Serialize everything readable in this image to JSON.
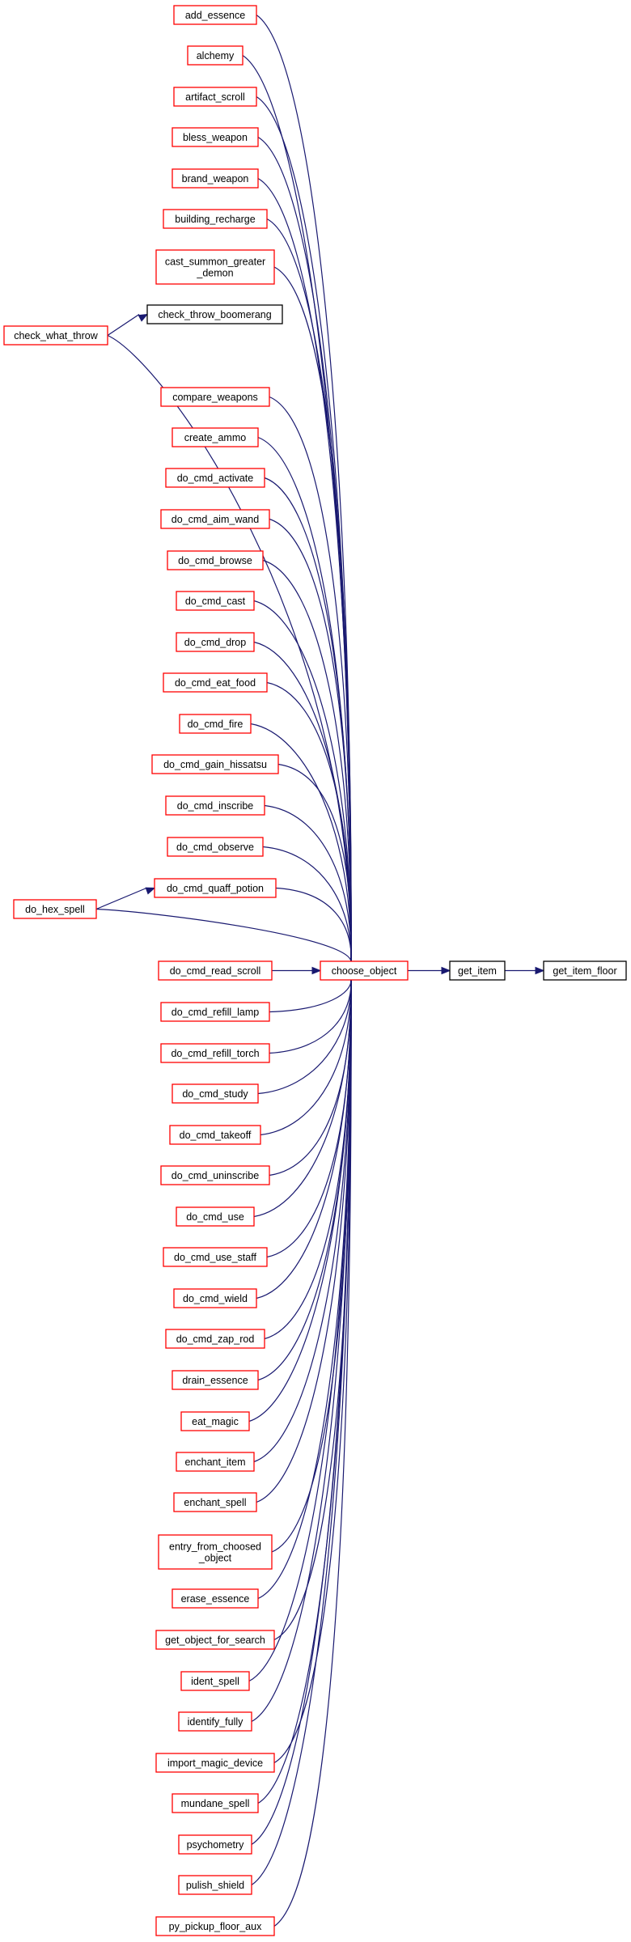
{
  "colors": {
    "edge": "#191970",
    "caller_border": "#ff0000",
    "plain_border": "#000000",
    "target_fill": "#bfbfbf",
    "text": "#000000"
  },
  "nodes": [
    {
      "id": "add_essence",
      "lines": [
        "add_essence"
      ],
      "style": "caller"
    },
    {
      "id": "alchemy",
      "lines": [
        "alchemy"
      ],
      "style": "caller"
    },
    {
      "id": "artifact_scroll",
      "lines": [
        "artifact_scroll"
      ],
      "style": "caller"
    },
    {
      "id": "bless_weapon",
      "lines": [
        "bless_weapon"
      ],
      "style": "caller"
    },
    {
      "id": "brand_weapon",
      "lines": [
        "brand_weapon"
      ],
      "style": "caller"
    },
    {
      "id": "building_recharge",
      "lines": [
        "building_recharge"
      ],
      "style": "caller"
    },
    {
      "id": "cast_summon_greater_demon",
      "lines": [
        "cast_summon_greater",
        "_demon"
      ],
      "style": "caller"
    },
    {
      "id": "check_throw_boomerang",
      "lines": [
        "check_throw_boomerang"
      ],
      "style": "plain"
    },
    {
      "id": "check_what_throw",
      "lines": [
        "check_what_throw"
      ],
      "style": "caller"
    },
    {
      "id": "compare_weapons",
      "lines": [
        "compare_weapons"
      ],
      "style": "caller"
    },
    {
      "id": "create_ammo",
      "lines": [
        "create_ammo"
      ],
      "style": "caller"
    },
    {
      "id": "do_cmd_activate",
      "lines": [
        "do_cmd_activate"
      ],
      "style": "caller"
    },
    {
      "id": "do_cmd_aim_wand",
      "lines": [
        "do_cmd_aim_wand"
      ],
      "style": "caller"
    },
    {
      "id": "do_cmd_browse",
      "lines": [
        "do_cmd_browse"
      ],
      "style": "caller"
    },
    {
      "id": "do_cmd_cast",
      "lines": [
        "do_cmd_cast"
      ],
      "style": "caller"
    },
    {
      "id": "do_cmd_drop",
      "lines": [
        "do_cmd_drop"
      ],
      "style": "caller"
    },
    {
      "id": "do_cmd_eat_food",
      "lines": [
        "do_cmd_eat_food"
      ],
      "style": "caller"
    },
    {
      "id": "do_cmd_fire",
      "lines": [
        "do_cmd_fire"
      ],
      "style": "caller"
    },
    {
      "id": "do_cmd_gain_hissatsu",
      "lines": [
        "do_cmd_gain_hissatsu"
      ],
      "style": "caller"
    },
    {
      "id": "do_cmd_inscribe",
      "lines": [
        "do_cmd_inscribe"
      ],
      "style": "caller"
    },
    {
      "id": "do_cmd_observe",
      "lines": [
        "do_cmd_observe"
      ],
      "style": "caller"
    },
    {
      "id": "do_cmd_quaff_potion",
      "lines": [
        "do_cmd_quaff_potion"
      ],
      "style": "caller"
    },
    {
      "id": "do_hex_spell",
      "lines": [
        "do_hex_spell"
      ],
      "style": "caller"
    },
    {
      "id": "do_cmd_read_scroll",
      "lines": [
        "do_cmd_read_scroll"
      ],
      "style": "caller"
    },
    {
      "id": "choose_object",
      "lines": [
        "choose_object"
      ],
      "style": "caller"
    },
    {
      "id": "get_item",
      "lines": [
        "get_item"
      ],
      "style": "plain"
    },
    {
      "id": "get_item_floor",
      "lines": [
        "get_item_floor"
      ],
      "style": "target"
    },
    {
      "id": "do_cmd_refill_lamp",
      "lines": [
        "do_cmd_refill_lamp"
      ],
      "style": "caller"
    },
    {
      "id": "do_cmd_refill_torch",
      "lines": [
        "do_cmd_refill_torch"
      ],
      "style": "caller"
    },
    {
      "id": "do_cmd_study",
      "lines": [
        "do_cmd_study"
      ],
      "style": "caller"
    },
    {
      "id": "do_cmd_takeoff",
      "lines": [
        "do_cmd_takeoff"
      ],
      "style": "caller"
    },
    {
      "id": "do_cmd_uninscribe",
      "lines": [
        "do_cmd_uninscribe"
      ],
      "style": "caller"
    },
    {
      "id": "do_cmd_use",
      "lines": [
        "do_cmd_use"
      ],
      "style": "caller"
    },
    {
      "id": "do_cmd_use_staff",
      "lines": [
        "do_cmd_use_staff"
      ],
      "style": "caller"
    },
    {
      "id": "do_cmd_wield",
      "lines": [
        "do_cmd_wield"
      ],
      "style": "caller"
    },
    {
      "id": "do_cmd_zap_rod",
      "lines": [
        "do_cmd_zap_rod"
      ],
      "style": "caller"
    },
    {
      "id": "drain_essence",
      "lines": [
        "drain_essence"
      ],
      "style": "caller"
    },
    {
      "id": "eat_magic",
      "lines": [
        "eat_magic"
      ],
      "style": "caller"
    },
    {
      "id": "enchant_item",
      "lines": [
        "enchant_item"
      ],
      "style": "caller"
    },
    {
      "id": "enchant_spell",
      "lines": [
        "enchant_spell"
      ],
      "style": "caller"
    },
    {
      "id": "entry_from_choosed_object",
      "lines": [
        "entry_from_choosed",
        "_object"
      ],
      "style": "caller"
    },
    {
      "id": "erase_essence",
      "lines": [
        "erase_essence"
      ],
      "style": "caller"
    },
    {
      "id": "get_object_for_search",
      "lines": [
        "get_object_for_search"
      ],
      "style": "caller"
    },
    {
      "id": "ident_spell",
      "lines": [
        "ident_spell"
      ],
      "style": "caller"
    },
    {
      "id": "identify_fully",
      "lines": [
        "identify_fully"
      ],
      "style": "caller"
    },
    {
      "id": "import_magic_device",
      "lines": [
        "import_magic_device"
      ],
      "style": "caller"
    },
    {
      "id": "mundane_spell",
      "lines": [
        "mundane_spell"
      ],
      "style": "caller"
    },
    {
      "id": "psychometry",
      "lines": [
        "psychometry"
      ],
      "style": "caller"
    },
    {
      "id": "pulish_shield",
      "lines": [
        "pulish_shield"
      ],
      "style": "caller"
    },
    {
      "id": "py_pickup_floor_aux",
      "lines": [
        "py_pickup_floor_aux"
      ],
      "style": "caller"
    }
  ],
  "edges": [
    {
      "from": "add_essence",
      "to": "choose_object"
    },
    {
      "from": "alchemy",
      "to": "choose_object"
    },
    {
      "from": "artifact_scroll",
      "to": "choose_object"
    },
    {
      "from": "bless_weapon",
      "to": "choose_object"
    },
    {
      "from": "brand_weapon",
      "to": "choose_object"
    },
    {
      "from": "building_recharge",
      "to": "choose_object"
    },
    {
      "from": "cast_summon_greater_demon",
      "to": "choose_object"
    },
    {
      "from": "check_what_throw",
      "to": "check_throw_boomerang"
    },
    {
      "from": "check_what_throw",
      "to": "choose_object"
    },
    {
      "from": "compare_weapons",
      "to": "choose_object"
    },
    {
      "from": "create_ammo",
      "to": "choose_object"
    },
    {
      "from": "do_cmd_activate",
      "to": "choose_object"
    },
    {
      "from": "do_cmd_aim_wand",
      "to": "choose_object"
    },
    {
      "from": "do_cmd_browse",
      "to": "choose_object"
    },
    {
      "from": "do_cmd_cast",
      "to": "choose_object"
    },
    {
      "from": "do_cmd_drop",
      "to": "choose_object"
    },
    {
      "from": "do_cmd_eat_food",
      "to": "choose_object"
    },
    {
      "from": "do_cmd_fire",
      "to": "choose_object"
    },
    {
      "from": "do_cmd_gain_hissatsu",
      "to": "choose_object"
    },
    {
      "from": "do_cmd_inscribe",
      "to": "choose_object"
    },
    {
      "from": "do_cmd_observe",
      "to": "choose_object"
    },
    {
      "from": "do_cmd_quaff_potion",
      "to": "choose_object"
    },
    {
      "from": "do_hex_spell",
      "to": "do_cmd_quaff_potion"
    },
    {
      "from": "do_hex_spell",
      "to": "choose_object"
    },
    {
      "from": "do_cmd_read_scroll",
      "to": "choose_object"
    },
    {
      "from": "choose_object",
      "to": "get_item"
    },
    {
      "from": "get_item",
      "to": "get_item_floor"
    },
    {
      "from": "do_cmd_refill_lamp",
      "to": "choose_object"
    },
    {
      "from": "do_cmd_refill_torch",
      "to": "choose_object"
    },
    {
      "from": "do_cmd_study",
      "to": "choose_object"
    },
    {
      "from": "do_cmd_takeoff",
      "to": "choose_object"
    },
    {
      "from": "do_cmd_uninscribe",
      "to": "choose_object"
    },
    {
      "from": "do_cmd_use",
      "to": "choose_object"
    },
    {
      "from": "do_cmd_use_staff",
      "to": "choose_object"
    },
    {
      "from": "do_cmd_wield",
      "to": "choose_object"
    },
    {
      "from": "do_cmd_zap_rod",
      "to": "choose_object"
    },
    {
      "from": "drain_essence",
      "to": "choose_object"
    },
    {
      "from": "eat_magic",
      "to": "choose_object"
    },
    {
      "from": "enchant_item",
      "to": "choose_object"
    },
    {
      "from": "enchant_spell",
      "to": "choose_object"
    },
    {
      "from": "entry_from_choosed_object",
      "to": "choose_object"
    },
    {
      "from": "erase_essence",
      "to": "choose_object"
    },
    {
      "from": "get_object_for_search",
      "to": "choose_object"
    },
    {
      "from": "ident_spell",
      "to": "choose_object"
    },
    {
      "from": "identify_fully",
      "to": "choose_object"
    },
    {
      "from": "import_magic_device",
      "to": "choose_object"
    },
    {
      "from": "mundane_spell",
      "to": "choose_object"
    },
    {
      "from": "psychometry",
      "to": "choose_object"
    },
    {
      "from": "pulish_shield",
      "to": "choose_object"
    },
    {
      "from": "py_pickup_floor_aux",
      "to": "choose_object"
    }
  ]
}
